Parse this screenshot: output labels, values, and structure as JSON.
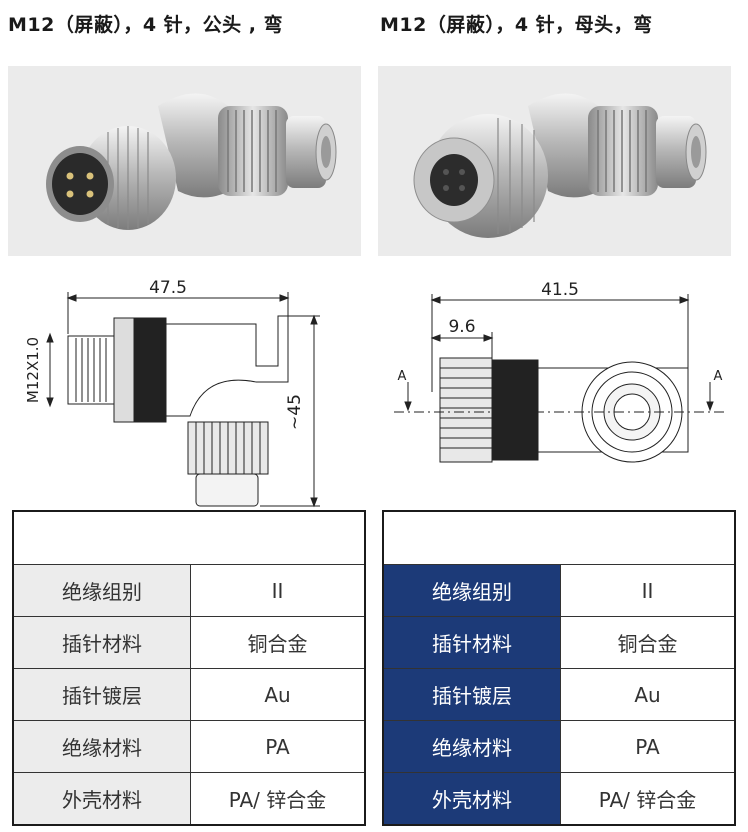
{
  "left": {
    "title": "M12（屏蔽），4 针，公头 , 弯",
    "drawing": {
      "dim_width": "47.5",
      "dim_thread": "M12X1.0",
      "dim_height": "~45"
    },
    "specs": [
      {
        "label": "绝缘组别",
        "value": "II"
      },
      {
        "label": "插针材料",
        "value": "铜合金"
      },
      {
        "label": "插针镀层",
        "value": "Au"
      },
      {
        "label": "绝缘材料",
        "value": "PA"
      },
      {
        "label": "外壳材料",
        "value": "PA/ 锌合金"
      }
    ]
  },
  "right": {
    "title": "M12（屏蔽），4 针，母头，弯",
    "drawing": {
      "dim_width": "41.5",
      "dim_front": "9.6",
      "section_left": "A",
      "section_right": "A"
    },
    "specs": [
      {
        "label": "绝缘组别",
        "value": "II"
      },
      {
        "label": "插针材料",
        "value": "铜合金"
      },
      {
        "label": "插针镀层",
        "value": "Au"
      },
      {
        "label": "绝缘材料",
        "value": "PA"
      },
      {
        "label": "外壳材料",
        "value": "PA/ 锌合金"
      }
    ]
  },
  "colors": {
    "right_label_bg": "#1c3a78",
    "left_label_bg": "#ececec",
    "photo_bg": "#ebebeb"
  }
}
